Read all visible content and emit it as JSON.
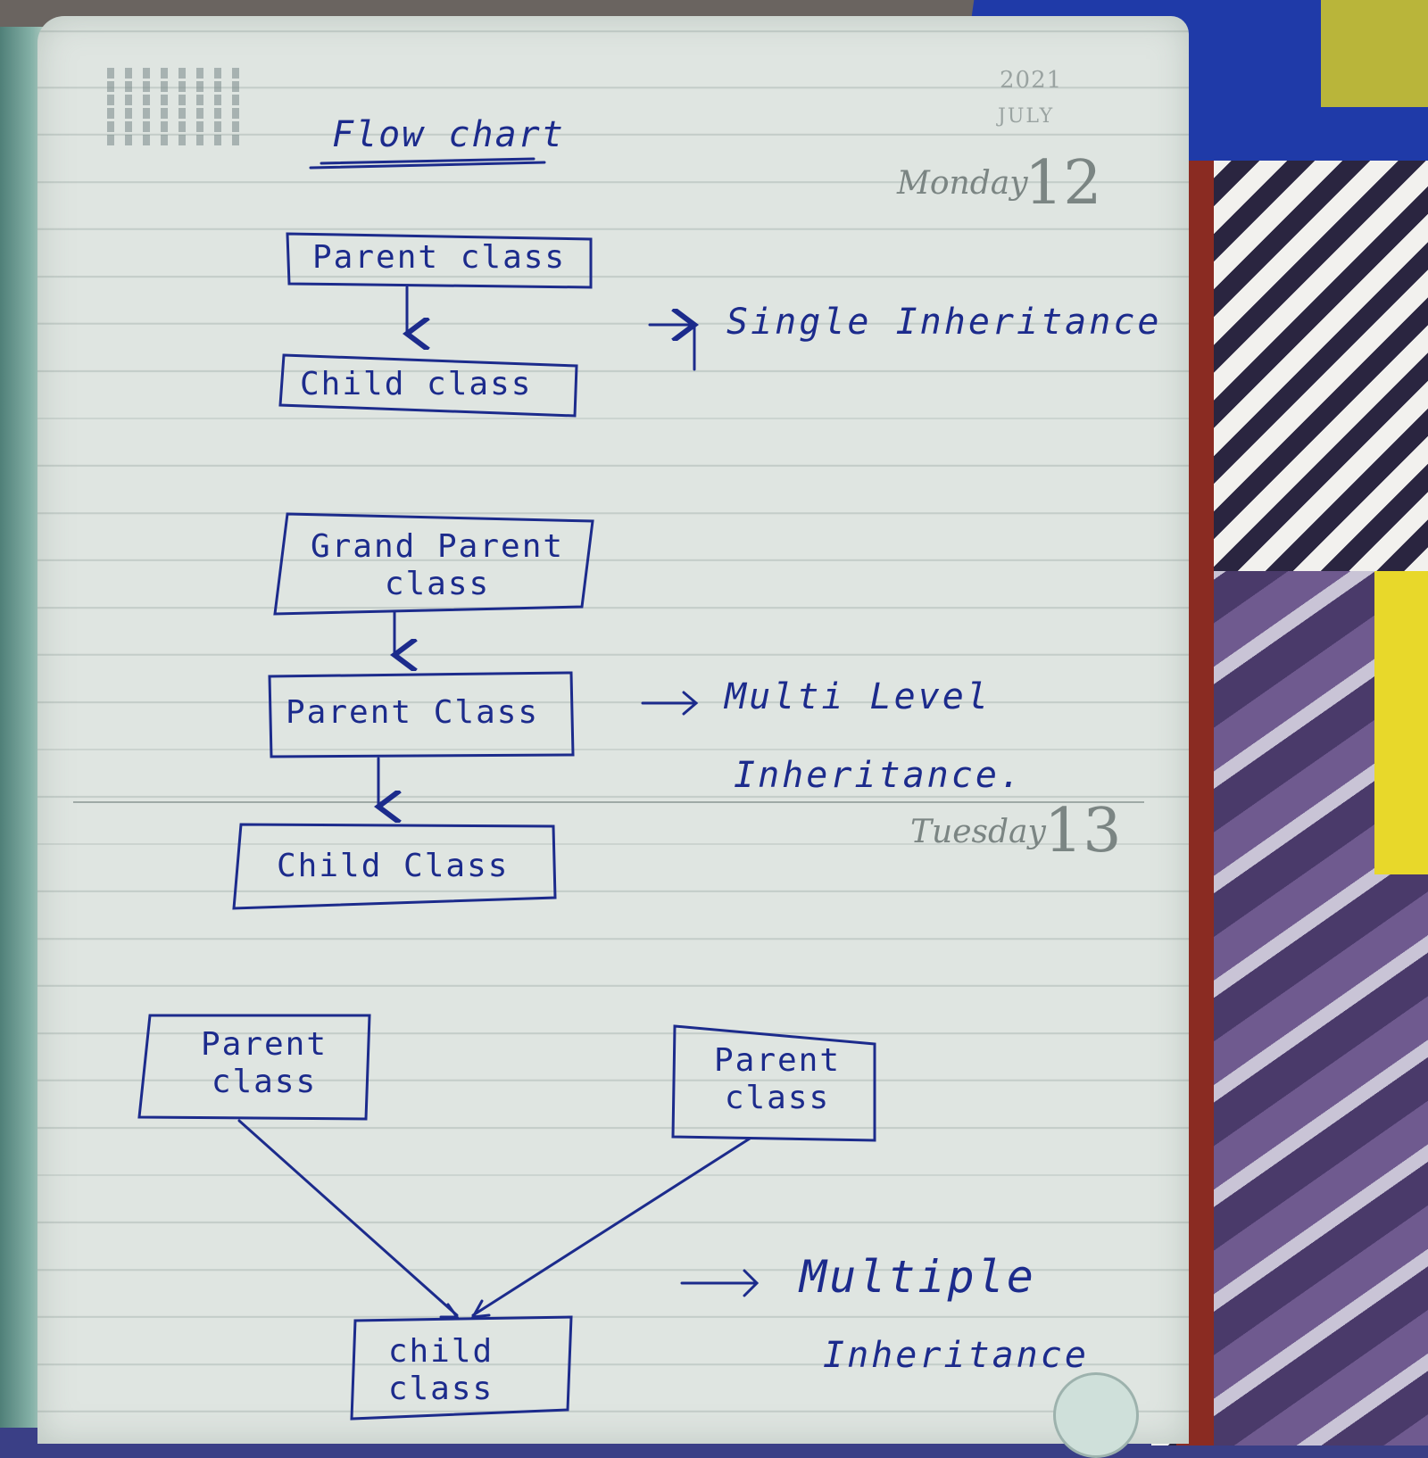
{
  "notebook": {
    "year": "2021",
    "month": "JULY",
    "monday_label": "Monday",
    "monday_date": "12",
    "tuesday_label": "Tuesday",
    "tuesday_date": "13"
  },
  "title": "Flow chart",
  "diagram_single": {
    "parent": "Parent class",
    "child": "Child class",
    "note": "Single Inheritance"
  },
  "diagram_multilevel": {
    "grandparent": "Grand Parent class",
    "parent": "Parent Class",
    "child": "Child Class",
    "note_line1": "Multi Level",
    "note_line2": "Inheritance."
  },
  "diagram_multiple": {
    "parent_left": "Parent class",
    "parent_right": "Parent class",
    "child": "child class",
    "note_line1": "Multiple",
    "note_line2": "Inheritance"
  },
  "colors": {
    "ink": "#1c2b8c",
    "paper": "#dfe5e1",
    "printed": "#7b8583"
  }
}
